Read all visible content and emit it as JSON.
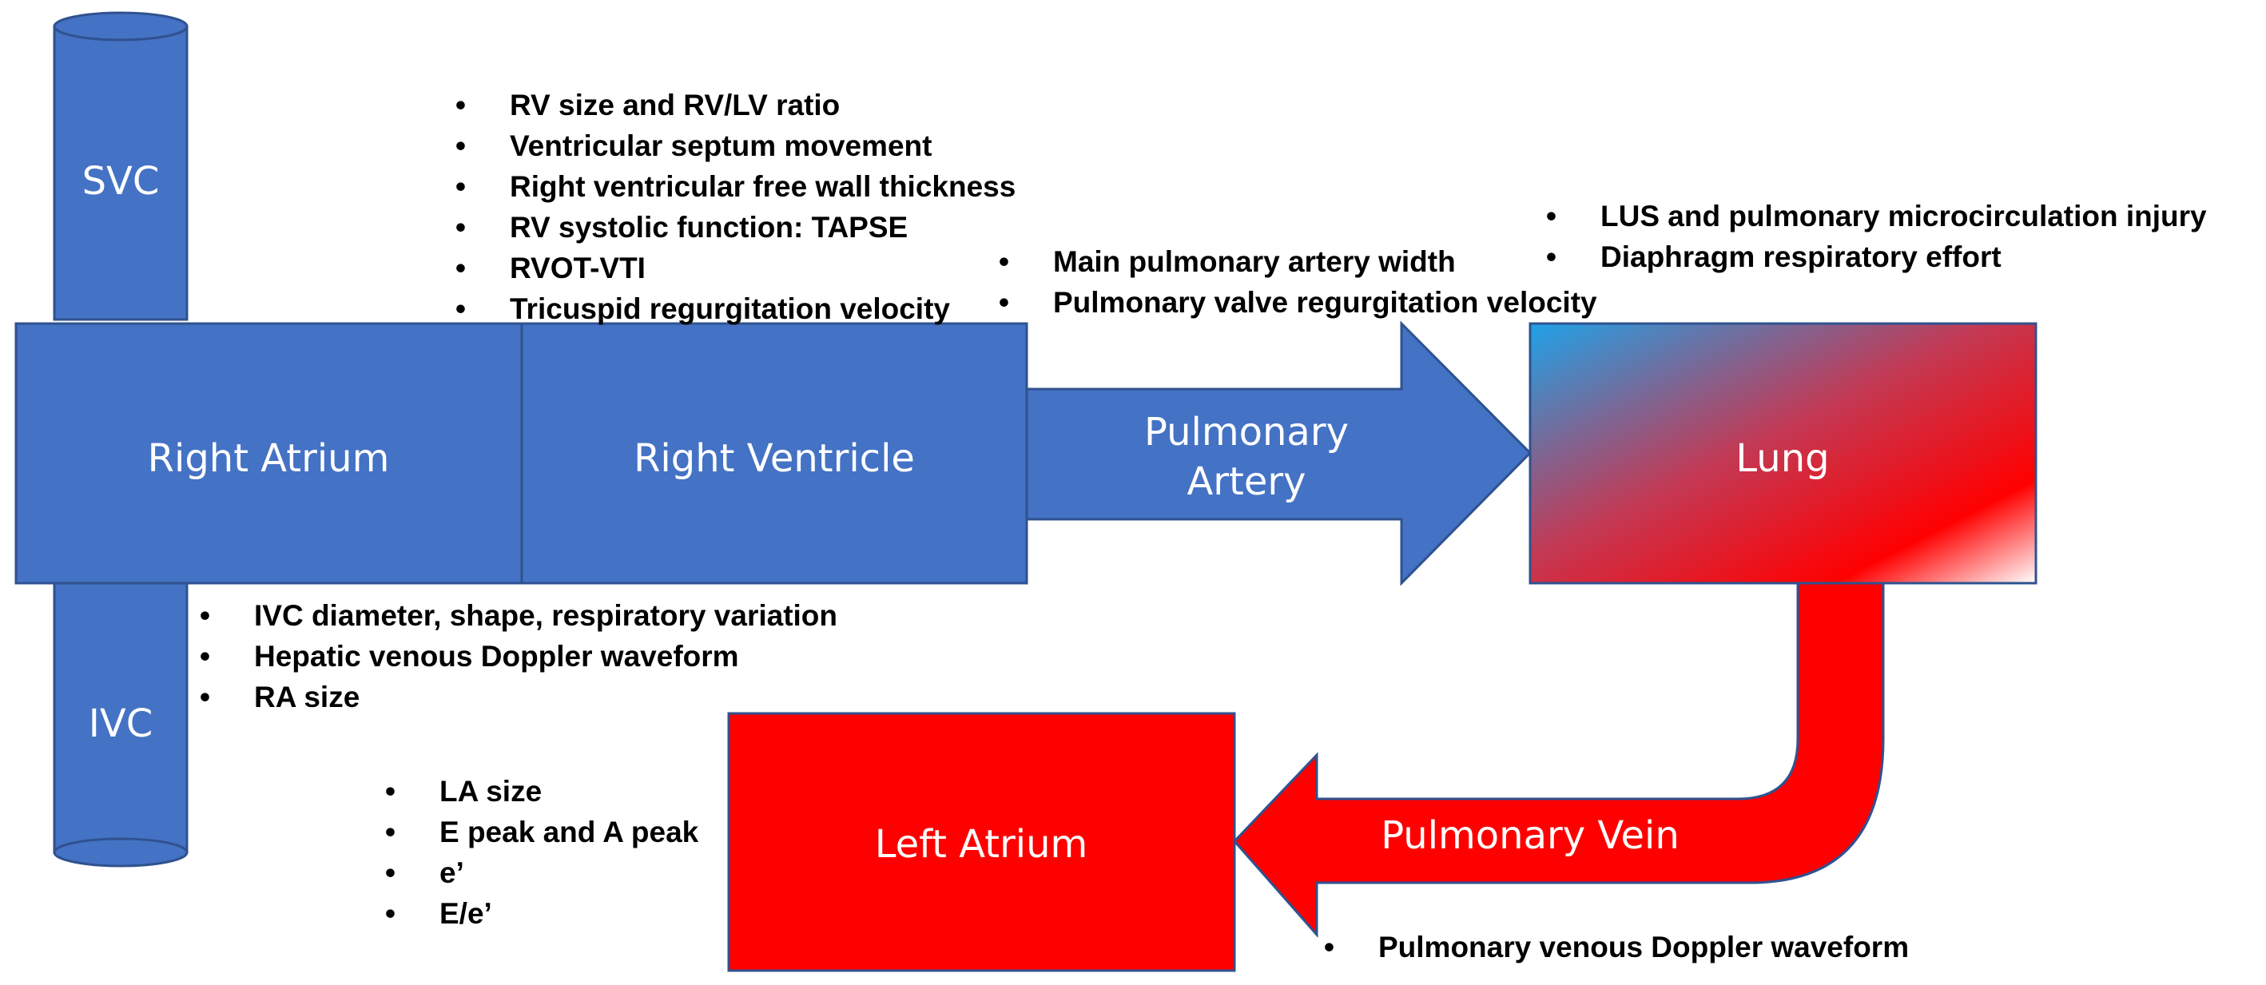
{
  "colors": {
    "blue_fill": "#4472C4",
    "blue_stroke": "#2F528F",
    "red_fill": "#FF0000",
    "lung_gradient": [
      "#1FA2E8",
      "#C23A55",
      "#FF0000",
      "#FFFFFF"
    ]
  },
  "labels": {
    "svc": "SVC",
    "ivc": "IVC",
    "right_atrium": "Right Atrium",
    "right_ventricle": "Right Ventricle",
    "pulmonary_artery_line1": "Pulmonary",
    "pulmonary_artery_line2": "Artery",
    "lung": "Lung",
    "pulmonary_vein": "Pulmonary Vein",
    "left_atrium": "Left Atrium"
  },
  "annotations": {
    "right_heart": [
      "RV size and RV/LV ratio",
      "Ventricular septum movement",
      "Right ventricular free wall thickness",
      "RV systolic function: TAPSE",
      "RVOT-VTI",
      "Tricuspid regurgitation velocity"
    ],
    "pulmonary_artery": [
      "Main pulmonary artery width",
      "Pulmonary valve regurgitation velocity"
    ],
    "lung": [
      "LUS and pulmonary microcirculation injury",
      "Diaphragm respiratory effort"
    ],
    "ivc": [
      "IVC diameter, shape, respiratory variation",
      "Hepatic venous Doppler waveform",
      "RA size"
    ],
    "left_atrium": [
      "LA size",
      "E peak and A peak",
      "e’",
      "E/e’"
    ],
    "pulmonary_vein": [
      "Pulmonary venous Doppler waveform"
    ]
  }
}
